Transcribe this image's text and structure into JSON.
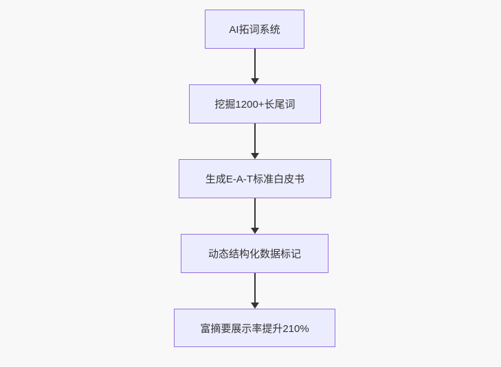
{
  "diagram": {
    "type": "flowchart",
    "direction": "top-down",
    "nodes": [
      {
        "label": "AI拓词系统"
      },
      {
        "label": "挖掘1200+长尾词"
      },
      {
        "label": "生成E-A-T标准白皮书"
      },
      {
        "label": "动态结构化数据标记"
      },
      {
        "label": "富摘要展示率提升210%"
      }
    ],
    "edges": [
      {
        "from": "AI拓词系统",
        "to": "挖掘1200+长尾词"
      },
      {
        "from": "挖掘1200+长尾词",
        "to": "生成E-A-T标准白皮书"
      },
      {
        "from": "生成E-A-T标准白皮书",
        "to": "动态结构化数据标记"
      },
      {
        "from": "动态结构化数据标记",
        "to": "富摘要展示率提升210%"
      }
    ],
    "colors": {
      "background": "#f8f8f8",
      "node_fill": "#ECECFF",
      "node_border": "#9370DB",
      "node_text": "#333333",
      "arrow": "#333333"
    }
  }
}
